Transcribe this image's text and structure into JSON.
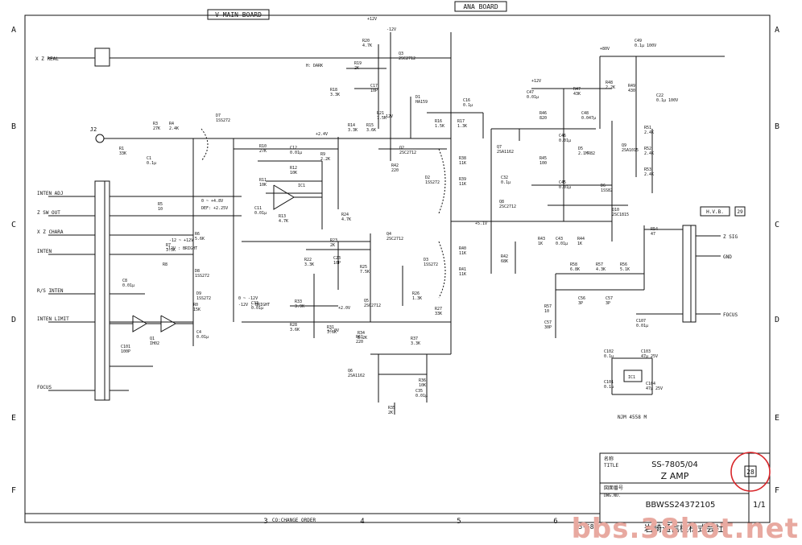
{
  "sheet": {
    "row_labels": [
      "A",
      "B",
      "C",
      "D",
      "E",
      "F"
    ],
    "col_labels": [
      "3",
      "4",
      "5",
      "6"
    ],
    "change_note": "CO:CHANGE ORDER",
    "page_number": "5-58"
  },
  "headers": {
    "left_board": "V MAIN BOARD",
    "right_board": "ANA BOARD"
  },
  "connector_J2": "J2",
  "left_signals": [
    "INTEN ADJ",
    "Z SW OUT",
    "X Z CHARA",
    "INTEN",
    "R/S INTEN",
    "INTEN LIMIT",
    "FOCUS"
  ],
  "top_signal": "X Z REAL",
  "output_signals": [
    "Z SIG",
    "GND",
    "FOCUS"
  ],
  "hv_label": "H.V.B.",
  "hv_num": "29",
  "ic_label": "NJM 4558 M",
  "components": [
    {
      "ref": "R1",
      "val": "33K"
    },
    {
      "ref": "C1",
      "val": "0.1µ"
    },
    {
      "ref": "R3",
      "val": "27K"
    },
    {
      "ref": "R4",
      "val": "2.4K"
    },
    {
      "ref": "D7",
      "val": "1SS272"
    },
    {
      "ref": "R10",
      "val": "27K"
    },
    {
      "ref": "C12",
      "val": "0.01µ"
    },
    {
      "ref": "R12",
      "val": "10K"
    },
    {
      "ref": "R9",
      "val": "2.2K"
    },
    {
      "ref": "R11",
      "val": "10K"
    },
    {
      "ref": "IC1",
      "val": ""
    },
    {
      "ref": "C11",
      "val": "0.01µ"
    },
    {
      "ref": "R13",
      "val": "4.7K"
    },
    {
      "ref": "R14",
      "val": "3.3K"
    },
    {
      "ref": "R15",
      "val": "3.6K"
    },
    {
      "ref": "Q2",
      "val": "2SC2712"
    },
    {
      "ref": "R42",
      "val": "220"
    },
    {
      "ref": "R20",
      "val": "4.7K"
    },
    {
      "ref": "Q3",
      "val": "2SC2712"
    },
    {
      "ref": "R19",
      "val": "2K"
    },
    {
      "ref": "R18",
      "val": "3.3K"
    },
    {
      "ref": "C17",
      "val": "10P"
    },
    {
      "ref": "R21",
      "val": "7.5K"
    },
    {
      "ref": "D1",
      "val": "HA159"
    },
    {
      "ref": "R16",
      "val": "1.5K"
    },
    {
      "ref": "R17",
      "val": "1.3K"
    },
    {
      "ref": "C16",
      "val": "0.1µ"
    },
    {
      "ref": "R38",
      "val": "11K"
    },
    {
      "ref": "R39",
      "val": "11K"
    },
    {
      "ref": "C32",
      "val": "0.1µ"
    },
    {
      "ref": "D2",
      "val": "1SS272"
    },
    {
      "ref": "R24",
      "val": "4.7K"
    },
    {
      "ref": "R23",
      "val": "2K"
    },
    {
      "ref": "C23",
      "val": "10P"
    },
    {
      "ref": "R22",
      "val": "3.3K"
    },
    {
      "ref": "Q4",
      "val": "2SC2712"
    },
    {
      "ref": "R25",
      "val": "7.5K"
    },
    {
      "ref": "Q5",
      "val": "2SC2712"
    },
    {
      "ref": "R40",
      "val": "11K"
    },
    {
      "ref": "R41",
      "val": "11K"
    },
    {
      "ref": "D3",
      "val": "1SS272"
    },
    {
      "ref": "R26",
      "val": "1.3K"
    },
    {
      "ref": "R27",
      "val": "33K"
    },
    {
      "ref": "R33",
      "val": "3.9K"
    },
    {
      "ref": "R28",
      "val": "3.6K"
    },
    {
      "ref": "C33",
      "val": "0.01µ"
    },
    {
      "ref": "R31",
      "val": "3.6K"
    },
    {
      "ref": "R34",
      "val": "8.2K"
    },
    {
      "ref": "R61",
      "val": "220"
    },
    {
      "ref": "R37",
      "val": "3.3K"
    },
    {
      "ref": "Q6",
      "val": "2SA1162"
    },
    {
      "ref": "R36",
      "val": "10K"
    },
    {
      "ref": "R35",
      "val": "2K"
    },
    {
      "ref": "C35",
      "val": "0.01µ"
    },
    {
      "ref": "R5",
      "val": "10"
    },
    {
      "ref": "R6",
      "val": "5.6K"
    },
    {
      "ref": "R7",
      "val": "3.3K"
    },
    {
      "ref": "R8",
      "val": ""
    },
    {
      "ref": "C8",
      "val": "0.01µ"
    },
    {
      "ref": "D8",
      "val": "1SS272"
    },
    {
      "ref": "D9",
      "val": "1SS272"
    },
    {
      "ref": "R0",
      "val": "15K"
    },
    {
      "ref": "Q1",
      "val": "IH02"
    },
    {
      "ref": "C4",
      "val": "0.01µ"
    },
    {
      "ref": "C101",
      "val": "100P"
    },
    {
      "ref": "C47",
      "val": "0.01µ"
    },
    {
      "ref": "R47",
      "val": "43K"
    },
    {
      "ref": "R48",
      "val": "2.2K"
    },
    {
      "ref": "R49",
      "val": "430"
    },
    {
      "ref": "C49",
      "val": "0.1µ 100V"
    },
    {
      "ref": "C22",
      "val": "0.1µ 100V"
    },
    {
      "ref": "R46",
      "val": "820"
    },
    {
      "ref": "C48",
      "val": "0.047µ"
    },
    {
      "ref": "Q7",
      "val": "2SA1162"
    },
    {
      "ref": "C46",
      "val": "0.01µ"
    },
    {
      "ref": "D5",
      "val": "2.1MR82"
    },
    {
      "ref": "Q9",
      "val": "2SA1015"
    },
    {
      "ref": "R51",
      "val": "2.4K"
    },
    {
      "ref": "R52",
      "val": "2.4K"
    },
    {
      "ref": "R53",
      "val": "2.4K"
    },
    {
      "ref": "R45",
      "val": "100"
    },
    {
      "ref": "C45",
      "val": "0.01µ"
    },
    {
      "ref": "D6",
      "val": "1SS82"
    },
    {
      "ref": "Q8",
      "val": "2SC2712"
    },
    {
      "ref": "Q10",
      "val": "2SC1815"
    },
    {
      "ref": "R43",
      "val": "1K"
    },
    {
      "ref": "C43",
      "val": "0.01µ"
    },
    {
      "ref": "R44",
      "val": "1K"
    },
    {
      "ref": "R42",
      "val": "68K"
    },
    {
      "ref": "R54",
      "val": "47"
    },
    {
      "ref": "R58",
      "val": "6.8K"
    },
    {
      "ref": "R57",
      "val": "4.3K"
    },
    {
      "ref": "R56",
      "val": "5.1K"
    },
    {
      "ref": "C56",
      "val": "3P"
    },
    {
      "ref": "C57",
      "val": "3P"
    },
    {
      "ref": "R57",
      "val": "10"
    },
    {
      "ref": "C57",
      "val": "30P"
    },
    {
      "ref": "C107",
      "val": "0.01µ"
    },
    {
      "ref": "C102",
      "val": "0.1µ"
    },
    {
      "ref": "C103",
      "val": "47µ 25V"
    },
    {
      "ref": "C101",
      "val": "0.1µ"
    },
    {
      "ref": "C104",
      "val": "47µ 25V"
    },
    {
      "ref": "IC1",
      "val": ""
    }
  ],
  "notes": [
    "H: DARK",
    "0 ~ +4.8V",
    "DEF: +2.25V",
    "-12 ~ +12V",
    "-12V : BRIGHT",
    "0 ~ -12V",
    "-12V : BRIGHT"
  ],
  "rails": [
    "+12V",
    "-12V",
    "+2.4V",
    "+2.0V",
    "+5.1V",
    "+12V",
    "-12V",
    "+80V",
    "+2.0V"
  ],
  "title_block": {
    "title_label": "TITLE",
    "title_label_jp": "名称",
    "model": "SS-7805/04",
    "name": "Z AMP",
    "sheet_no": "28",
    "dwg_label": "図面番号",
    "dwg_label_en": "DWG.NO.",
    "dwg_no": "BBWSS24372105",
    "sheet_ratio": "1/1",
    "company": "岩崎通信機株式会社"
  },
  "watermark": "bbs.38hot.net",
  "colors": {
    "ink": "#111111",
    "circle": "#d8262a",
    "watermark": "#e8a9a0"
  }
}
